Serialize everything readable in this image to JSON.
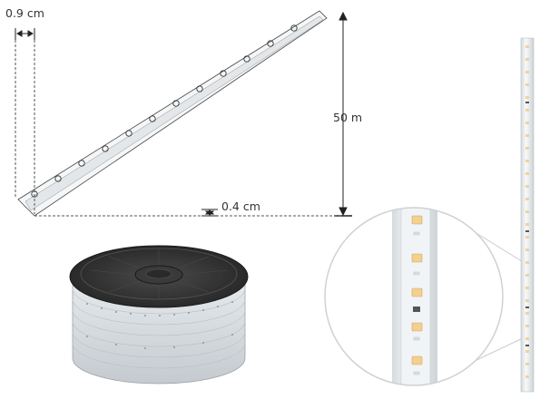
{
  "dimensions": {
    "width_label": "0.9 cm",
    "length_label": "50 m",
    "height_label": "0.4 cm"
  },
  "colors": {
    "line": "#222222",
    "dash": "#555555",
    "reel": "#2e2e2e",
    "led": "#f2d69a",
    "strip": "#eef2f4"
  },
  "icons": {
    "reel": "led-strip-reel-image",
    "strip": "led-strip-straight-image",
    "magnifier": "zoom-circle-detail"
  }
}
